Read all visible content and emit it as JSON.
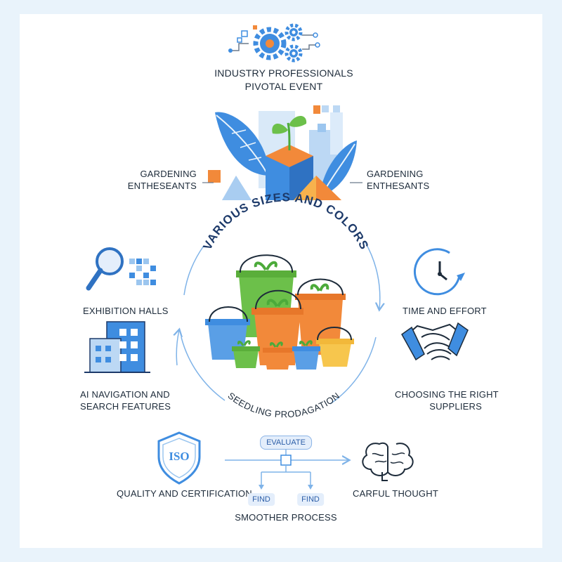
{
  "header": {
    "line1": "INDUSTRY PROFESSIONALS",
    "line2": "PIVOTAL EVENT",
    "icon": "gears-icon"
  },
  "gardening": {
    "left_line1": "GARDENING",
    "left_line2": "ENTHESEANTS",
    "right_line1": "GARDENING",
    "right_line2": "ENTHESANTS",
    "icon": "garden-plant-icon"
  },
  "cycle": {
    "top_arc_text": "VARIOUS SIZES AND COLORS",
    "bottom_arc_text": "SEEDLING PRODAGATION",
    "icon": "seedling-buckets-icon"
  },
  "left_column": {
    "exhibition_label": "EXHIBITION HALLS",
    "ai_line1": "AI NAVIGATION AND",
    "ai_line2": "SEARCH FEATURES",
    "icons": [
      "search-icon",
      "building-icon"
    ]
  },
  "right_column": {
    "time_label": "TIME AND EFFORT",
    "suppliers_line1": "CHOOSING THE RIGHT",
    "suppliers_line2": "SUPPLIERS",
    "icons": [
      "clock-icon",
      "handshake-icon"
    ]
  },
  "bottom": {
    "quality_label": "QUALITY AND CERTIFICATION",
    "iso_badge": "ISO",
    "evaluate_label": "EVALUATE",
    "find_left": "FIND",
    "find_right": "FIND",
    "smoother_label": "SMOOTHER PROCESS",
    "thought_label": "CARFUL THOUGHT",
    "icons": [
      "iso-shield-icon",
      "flow-diagram-icon",
      "brain-icon"
    ]
  },
  "colors": {
    "accent_blue": "#3f8de0",
    "light_blue": "#bcd8f4",
    "orange": "#f2893a",
    "green": "#6cc04a",
    "yellow": "#f7c64d",
    "dark": "#1d2b3a"
  }
}
